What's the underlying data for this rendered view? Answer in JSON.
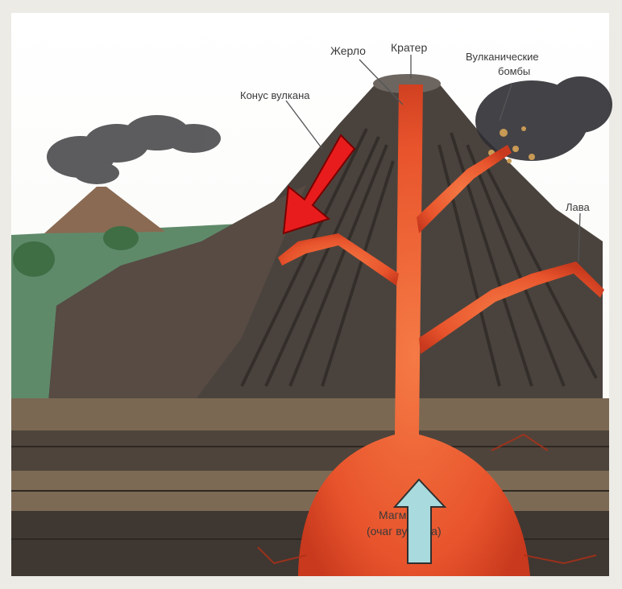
{
  "labels": {
    "vent": "Жерло",
    "crater": "Кратер",
    "bombs_line1": "Вулканические",
    "bombs_line2": "бомбы",
    "cone": "Конус вулкана",
    "lava": "Лава",
    "magma_line1": "Магма",
    "magma_line2": "(очаг вулкана)"
  },
  "colors": {
    "page_bg": "#ecebe6",
    "sky": "#ffffff",
    "grass": "#5f8a6a",
    "cone_rock": "#4a433d",
    "strata": "#6b5a48",
    "magma": "#e8542c",
    "red_arrow": "#e81c1c",
    "blue_arrow": "#a9dadd"
  },
  "icons": {
    "red_arrow": "arrow-down-left",
    "blue_arrow": "arrow-up"
  }
}
